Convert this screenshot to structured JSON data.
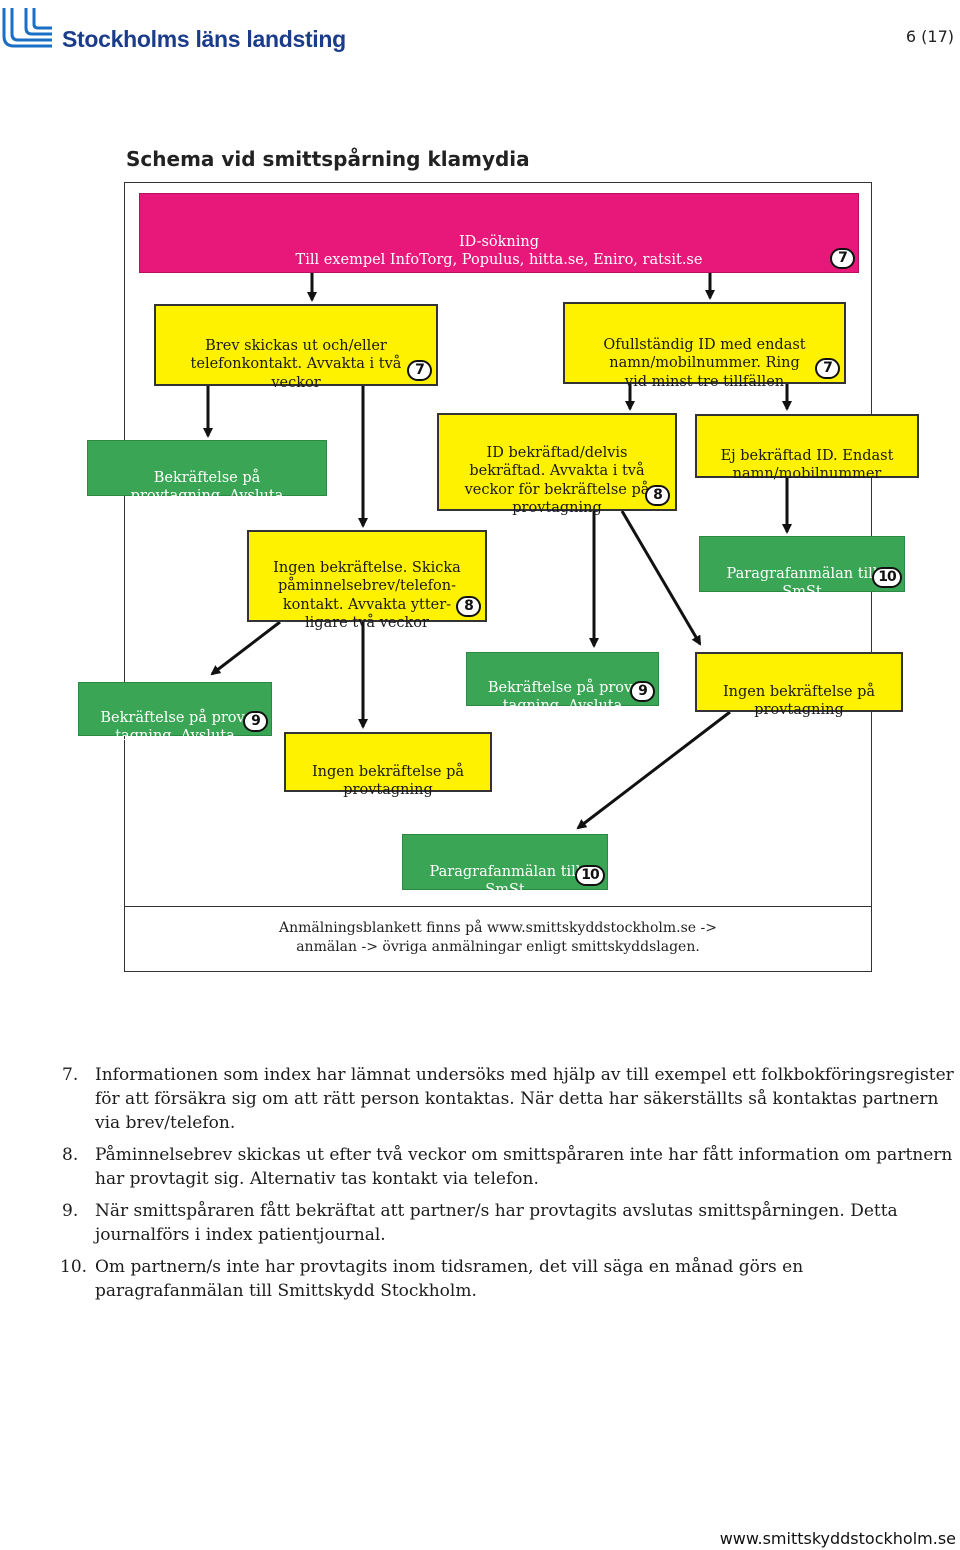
{
  "header": {
    "org_name": "Stockholms läns landsting",
    "page_number": "6 (17)"
  },
  "flowchart": {
    "title": "Schema vid smittspårning klamydia",
    "boxes": {
      "id_search": {
        "text": "ID-sökning\nTill exempel InfoTorg, Populus, hitta.se, Eniro, ratsit.se",
        "badge": "7"
      },
      "letter_sent": {
        "text": "Brev skickas ut och/eller\ntelefonkontakt. Avvakta i två\nveckor",
        "badge": "7"
      },
      "incomplete_id": {
        "text": "Ofullständig ID med endast\nnamn/mobilnummer. Ring\nvid minst tre tillfällen",
        "badge": "7"
      },
      "confirmed_end_1": {
        "text": "Bekräftelse på\nprovtagning. Avsluta"
      },
      "id_confirmed": {
        "text": "ID bekräftad/delvis\nbekräftad. Avvakta i två\nveckor för bekräftelse på\nprovtagning",
        "badge": "8"
      },
      "not_confirmed_id": {
        "text": "Ej bekräftad ID. Endast\nnamn/mobilnummer"
      },
      "no_confirmation_reminder": {
        "text": "Ingen bekräftelse. Skicka\npåminnelsebrev/telefon-\nkontakt. Avvakta ytter-\nligare två veckor",
        "badge": "8"
      },
      "report_smst_1": {
        "text": "Paragrafanmälan till\nSmSt",
        "badge": "10"
      },
      "confirmed_end_2": {
        "text": "Bekräftelse på prov-\ntagning. Avsluta",
        "badge": "9"
      },
      "confirmed_end_3": {
        "text": "Bekräftelse på prov-\ntagning. Avsluta",
        "badge": "9"
      },
      "no_sampling_1": {
        "text": "Ingen bekräftelse på\nprovtagning"
      },
      "no_sampling_2": {
        "text": "Ingen bekräftelse på\nprovtagning"
      },
      "report_smst_2": {
        "text": "Paragrafanmälan till\nSmSt",
        "badge": "10"
      }
    },
    "bottom_note": "Anmälningsblankett finns på www.smittskyddstockholm.se ->\nanmälan -> övriga anmälningar enligt smittskyddslagen."
  },
  "notes": [
    {
      "num": "7.",
      "text": "Informationen som index har lämnat undersöks med hjälp av till exempel ett folkbokföringsregister för att försäkra sig om att rätt person kontaktas. När detta har säkerställts så kontaktas partnern via brev/telefon."
    },
    {
      "num": "8.",
      "text": "Påminnelsebrev skickas ut efter två veckor om smittspåraren inte har fått information om partnern har provtagit sig. Alternativ tas kontakt via telefon."
    },
    {
      "num": "9.",
      "text": "När smittspåraren fått bekräftat att partner/s har provtagits avslutas smittspårningen. Detta journalförs i index patientjournal."
    },
    {
      "num": "10.",
      "text": "Om partnern/s inte har provtagits inom tidsramen, det vill säga en månad görs en paragrafanmälan till Smittskydd Stockholm."
    }
  ],
  "footer": {
    "url": "www.smittskyddstockholm.se"
  },
  "colors": {
    "yellow": "#fff200",
    "green": "#3aa655",
    "magenta": "#e8187b",
    "brand_blue": "#1a3c8a"
  }
}
